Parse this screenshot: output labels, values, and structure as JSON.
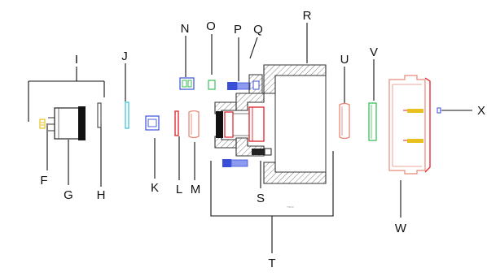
{
  "labels": {
    "F": "F",
    "G": "G",
    "H": "H",
    "I": "I",
    "J": "J",
    "K": "K",
    "L": "L",
    "M": "M",
    "N": "N",
    "O": "O",
    "P": "P",
    "Q": "Q",
    "R": "R",
    "S": "S",
    "T": "T",
    "U": "U",
    "V": "V",
    "W": "W",
    "X": "X"
  },
  "figure_code": "T0043",
  "colors": {
    "line": "#111111",
    "hatch": "#6e6e6e",
    "red": "#e0202a",
    "pink": "#e88a7a",
    "blue": "#3a4fd8",
    "cyan": "#3ec7d9",
    "green": "#3bbf5a",
    "yellow": "#e8c020",
    "gray": "#9a9a9a"
  }
}
